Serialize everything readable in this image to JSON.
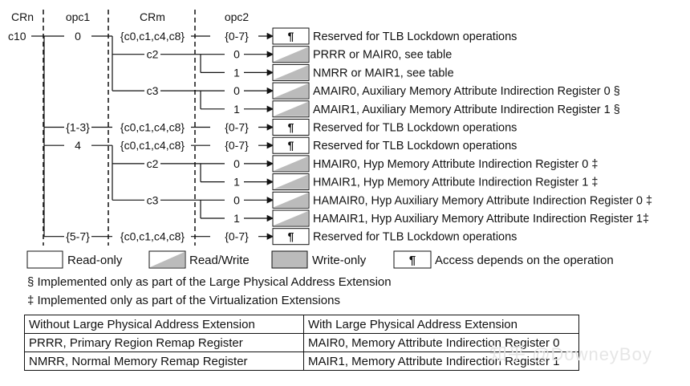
{
  "headers": {
    "crn": "CRn",
    "opc1": "opc1",
    "crm": "CRm",
    "opc2": "opc2"
  },
  "crn_value": "c10",
  "rows": [
    {
      "opc1": "0",
      "crm": "{c0,c1,c4,c8}",
      "opc2": "{0-7}",
      "access": "pilcrow",
      "desc": "Reserved for TLB Lockdown operations"
    },
    {
      "opc1": "",
      "crm": "c2",
      "opc2": "0",
      "access": "read-write",
      "desc": "PRRR or MAIR0, see table"
    },
    {
      "opc1": "",
      "crm": "",
      "opc2": "1",
      "access": "read-write",
      "desc": "NMRR or MAIR1, see table"
    },
    {
      "opc1": "",
      "crm": "c3",
      "opc2": "0",
      "access": "read-write",
      "desc": "AMAIR0, Auxiliary Memory Attribute Indirection Register 0 §"
    },
    {
      "opc1": "",
      "crm": "",
      "opc2": "1",
      "access": "read-write",
      "desc": "AMAIR1, Auxiliary Memory Attribute Indirection Register 1 §"
    },
    {
      "opc1": "{1-3}",
      "crm": "{c0,c1,c4,c8}",
      "opc2": "{0-7}",
      "access": "pilcrow",
      "desc": "Reserved for TLB Lockdown operations"
    },
    {
      "opc1": "4",
      "crm": "{c0,c1,c4,c8}",
      "opc2": "{0-7}",
      "access": "pilcrow",
      "desc": "Reserved for TLB Lockdown operations"
    },
    {
      "opc1": "",
      "crm": "c2",
      "opc2": "0",
      "access": "read-write",
      "desc": "HMAIR0, Hyp Memory Attribute Indirection Register 0 ‡"
    },
    {
      "opc1": "",
      "crm": "",
      "opc2": "1",
      "access": "read-write",
      "desc": "HMAIR1, Hyp Memory Attribute Indirection Register 1 ‡"
    },
    {
      "opc1": "",
      "crm": "c3",
      "opc2": "0",
      "access": "read-write",
      "desc": "HAMAIR0, Hyp Auxiliary Memory Attribute Indirection Register 0 ‡"
    },
    {
      "opc1": "",
      "crm": "",
      "opc2": "1",
      "access": "read-write",
      "desc": "HAMAIR1, Hyp Auxiliary Memory Attribute Indirection Register 1‡"
    },
    {
      "opc1": "{5-7}",
      "crm": "{c0,c1,c4,c8}",
      "opc2": "{0-7}",
      "access": "pilcrow",
      "desc": "Reserved for TLB Lockdown operations"
    }
  ],
  "legend": {
    "read_only": "Read-only",
    "read_write": "Read/Write",
    "write_only": "Write-only",
    "pilcrow_symbol": "¶",
    "depends": "Access depends on the operation"
  },
  "notes": {
    "lpae": "§ Implemented only as part of the Large Physical Address Extension",
    "virt": "‡ Implemented only as part of the Virtualization Extensions"
  },
  "table": {
    "headers": [
      "Without Large Physical Address Extension",
      "With Large Physical Address Extension"
    ],
    "rows": [
      [
        "PRRR, Primary Region Remap Register",
        "MAIR0, Memory Attribute Indirection Register 0"
      ],
      [
        "NMRR, Normal Memory Remap Register",
        "MAIR1, Memory Attribute Indirection Register 1"
      ]
    ]
  },
  "watermark": "知乎 @DowneyBoy"
}
